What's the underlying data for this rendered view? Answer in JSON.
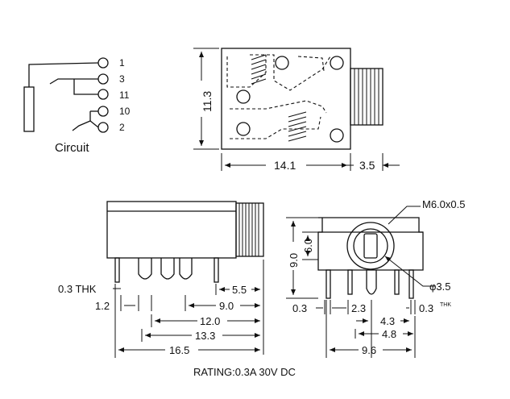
{
  "circuit": {
    "title": "Circuit",
    "pins": [
      "1",
      "3",
      "11",
      "10",
      "2"
    ]
  },
  "top_view": {
    "height_dim": "11.3",
    "width_dim": "14.1",
    "thread_dim": "3.5"
  },
  "side_view": {
    "thk_label": "0.3 THK",
    "dims": [
      "1.2",
      "5.5",
      "9.0",
      "12.0",
      "13.3",
      "16.5"
    ]
  },
  "front_view": {
    "thread_label": "M6.0x0.5",
    "hole_label": "φ3.5",
    "height_dims": [
      "9.0",
      "6.0"
    ],
    "bottom_dims": [
      "0.3",
      "2.3",
      "0.3",
      "4.3",
      "4.8",
      "9.6"
    ],
    "thk_small": "THK"
  },
  "rating": "RATING:0.3A 30V DC"
}
